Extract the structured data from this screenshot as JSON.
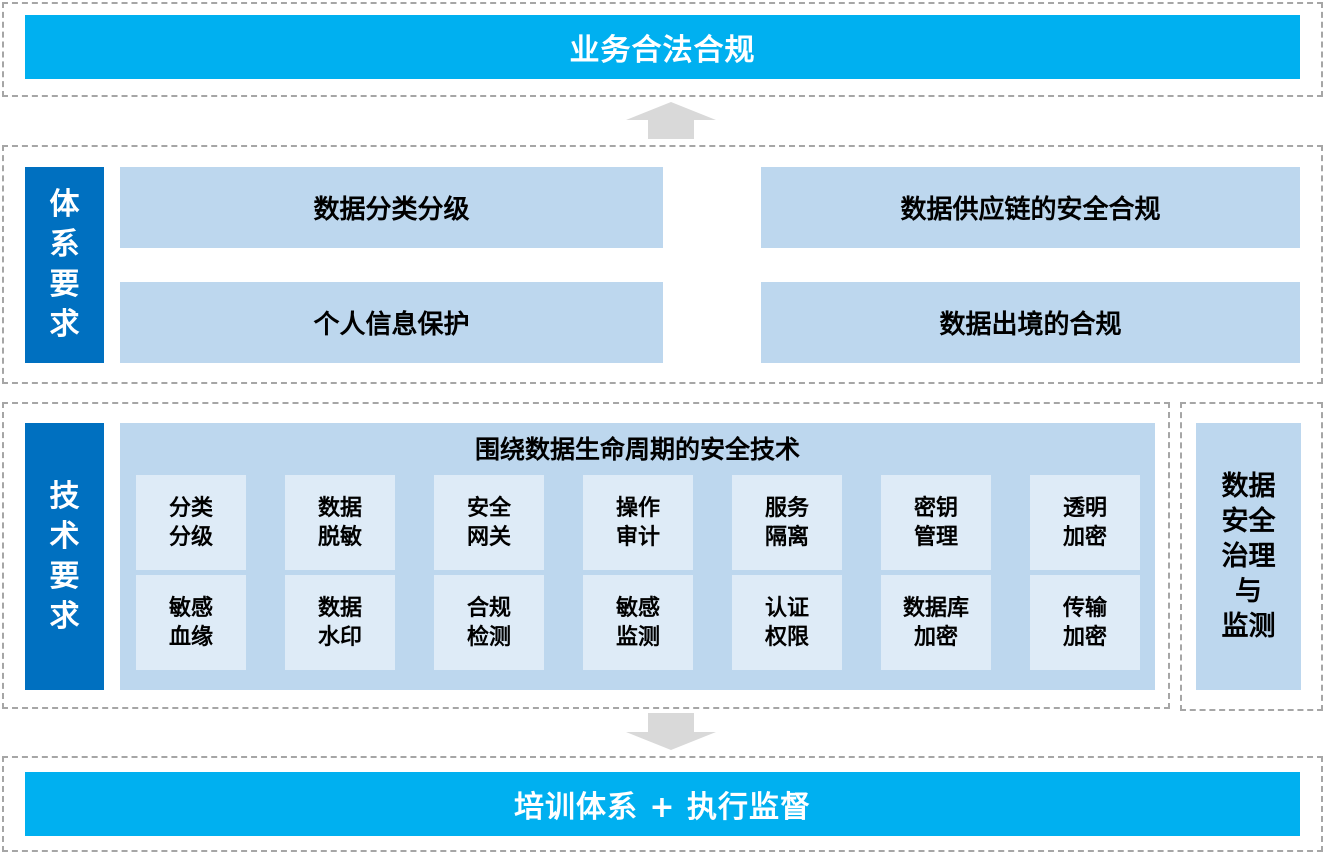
{
  "top_bar": {
    "label": "业务合法合规"
  },
  "system_requirements": {
    "label_chars": [
      "体",
      "系",
      "要",
      "求"
    ],
    "items": [
      "数据分类分级",
      "数据供应链的安全合规",
      "个人信息保护",
      "数据出境的合规"
    ]
  },
  "technical_requirements": {
    "label_chars": [
      "技",
      "术",
      "要",
      "求"
    ],
    "title": "围绕数据生命周期的安全技术",
    "row1": [
      [
        "分类",
        "分级"
      ],
      [
        "数据",
        "脱敏"
      ],
      [
        "安全",
        "网关"
      ],
      [
        "操作",
        "审计"
      ],
      [
        "服务",
        "隔离"
      ],
      [
        "密钥",
        "管理"
      ],
      [
        "透明",
        "加密"
      ]
    ],
    "row2": [
      [
        "敏感",
        "血缘"
      ],
      [
        "数据",
        "水印"
      ],
      [
        "合规",
        "检测"
      ],
      [
        "敏感",
        "监测"
      ],
      [
        "认证",
        "权限"
      ],
      [
        "数据库",
        "加密"
      ],
      [
        "传输",
        "加密"
      ]
    ]
  },
  "governance": {
    "label_chars": [
      "数据",
      "安全",
      "治理",
      "与",
      "监测"
    ]
  },
  "bottom_bar": {
    "label": "培训体系 + 执行监督"
  },
  "colors": {
    "bright_blue": "#00b0f0",
    "dark_blue": "#0070c0",
    "light_blue": "#bdd7ee",
    "pale_blue": "#deebf7",
    "arrow_gray": "#d9d9d9"
  }
}
